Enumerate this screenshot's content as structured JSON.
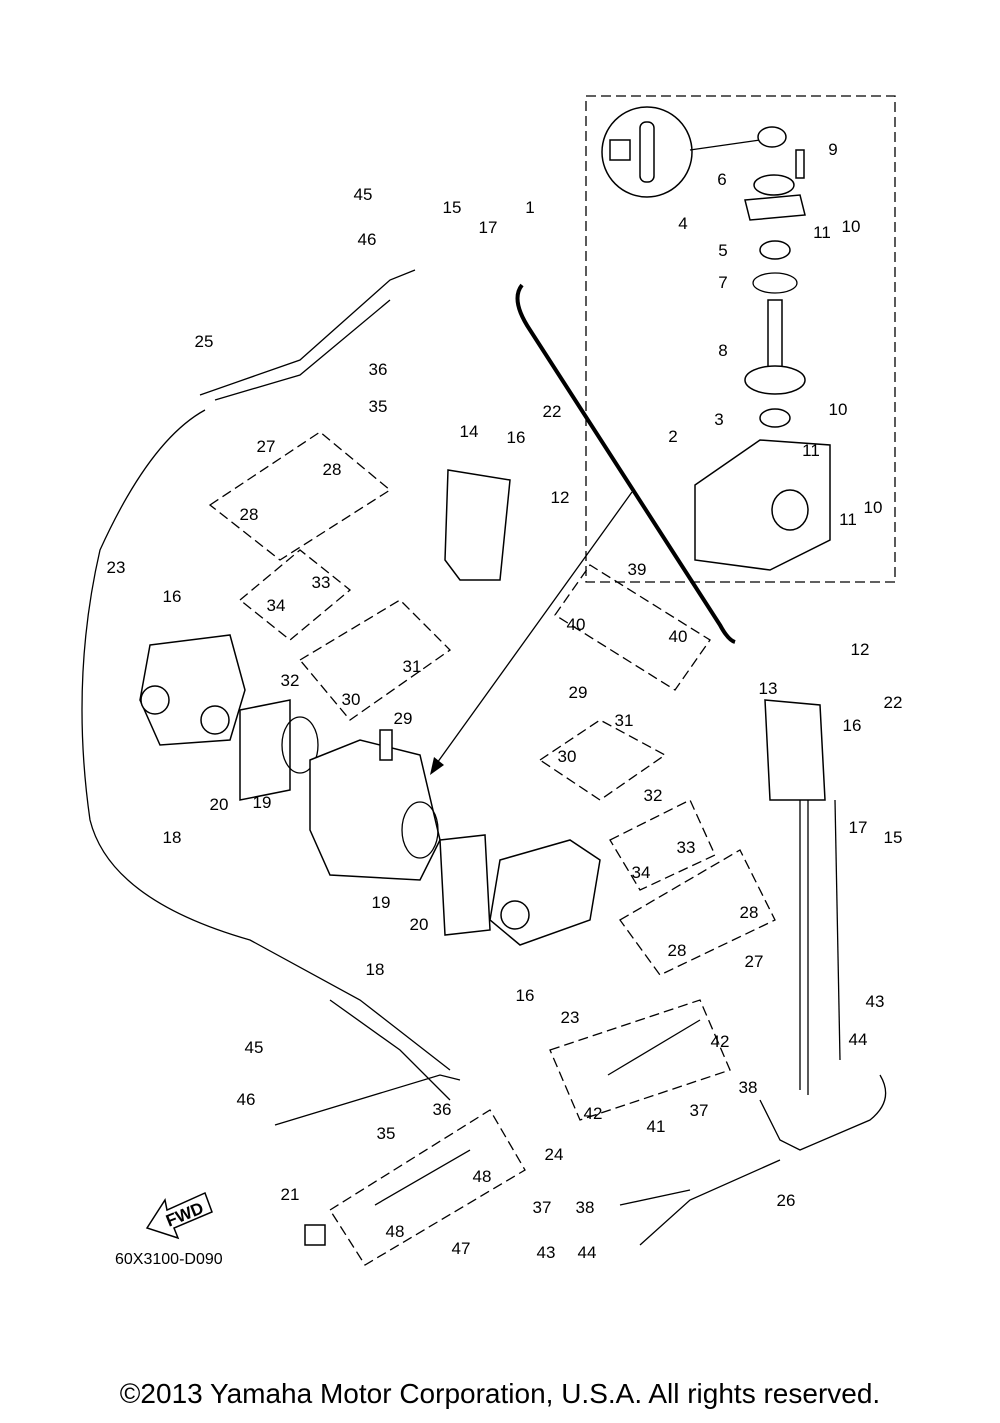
{
  "diagram_code": "60X3100-D090",
  "fwd_label": "FWD",
  "copyright": "©2013 Yamaha Motor Corporation, U.S.A. All rights reserved.",
  "labels": [
    "45",
    "46",
    "15",
    "17",
    "1",
    "6",
    "9",
    "4",
    "11",
    "10",
    "5",
    "7",
    "8",
    "25",
    "36",
    "35",
    "22",
    "14",
    "16",
    "10",
    "3",
    "2",
    "11",
    "27",
    "28",
    "28",
    "12",
    "11",
    "10",
    "23",
    "16",
    "33",
    "34",
    "39",
    "40",
    "40",
    "31",
    "32",
    "30",
    "29",
    "12",
    "13",
    "22",
    "29",
    "31",
    "30",
    "16",
    "20",
    "19",
    "18",
    "17",
    "15",
    "32",
    "33",
    "34",
    "19",
    "20",
    "28",
    "18",
    "28",
    "27",
    "16",
    "23",
    "43",
    "44",
    "42",
    "45",
    "38",
    "37",
    "46",
    "36",
    "42",
    "41",
    "35",
    "24",
    "48",
    "26",
    "21",
    "37",
    "38",
    "48",
    "47",
    "43",
    "44"
  ]
}
